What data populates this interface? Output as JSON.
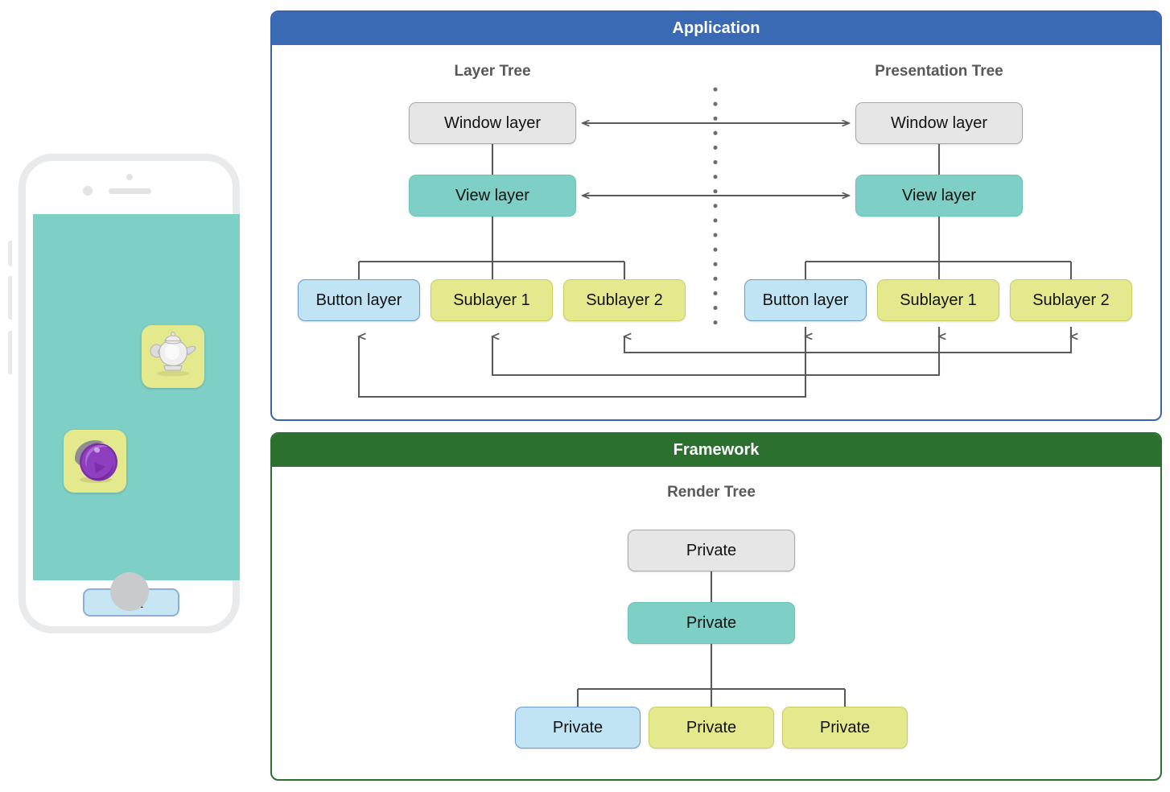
{
  "device": {
    "name": "iphone-mockup",
    "screen_color": "#7ecfc5",
    "tiles": [
      {
        "name": "teapot-icon-tile",
        "icon": "teapot-icon",
        "color": "#e5e98e"
      },
      {
        "name": "sphere-icon-tile",
        "icon": "purple-sphere-icon",
        "color": "#e5e98e"
      }
    ],
    "ok_button": {
      "label": "OK",
      "fill": "#c5e6f2",
      "border": "#8faed6"
    }
  },
  "panels": [
    {
      "id": "application",
      "title": "Application",
      "header_color": "#3a6ab4",
      "border_color": "#3a63ad",
      "trees": [
        {
          "id": "layer-tree",
          "title": "Layer Tree",
          "nodes": {
            "root": "Window layer",
            "mid": "View layer",
            "children": [
              "Button layer",
              "Sublayer 1",
              "Sublayer 2"
            ]
          }
        },
        {
          "id": "presentation-tree",
          "title": "Presentation Tree",
          "nodes": {
            "root": "Window layer",
            "mid": "View layer",
            "children": [
              "Button layer",
              "Sublayer 1",
              "Sublayer 2"
            ]
          }
        }
      ]
    },
    {
      "id": "framework",
      "title": "Framework",
      "header_color": "#2c7030",
      "border_color": "#2c7030",
      "trees": [
        {
          "id": "render-tree",
          "title": "Render Tree",
          "nodes": {
            "root": "Private",
            "mid": "Private",
            "children": [
              "Private",
              "Private",
              "Private"
            ]
          }
        }
      ]
    }
  ],
  "colors": {
    "grey_node": "#e6e6e6",
    "teal_node": "#7ecfc5",
    "blue_node": "#c0e4f3",
    "olive_node": "#e5e98e",
    "wire": "#5a5a5a"
  }
}
